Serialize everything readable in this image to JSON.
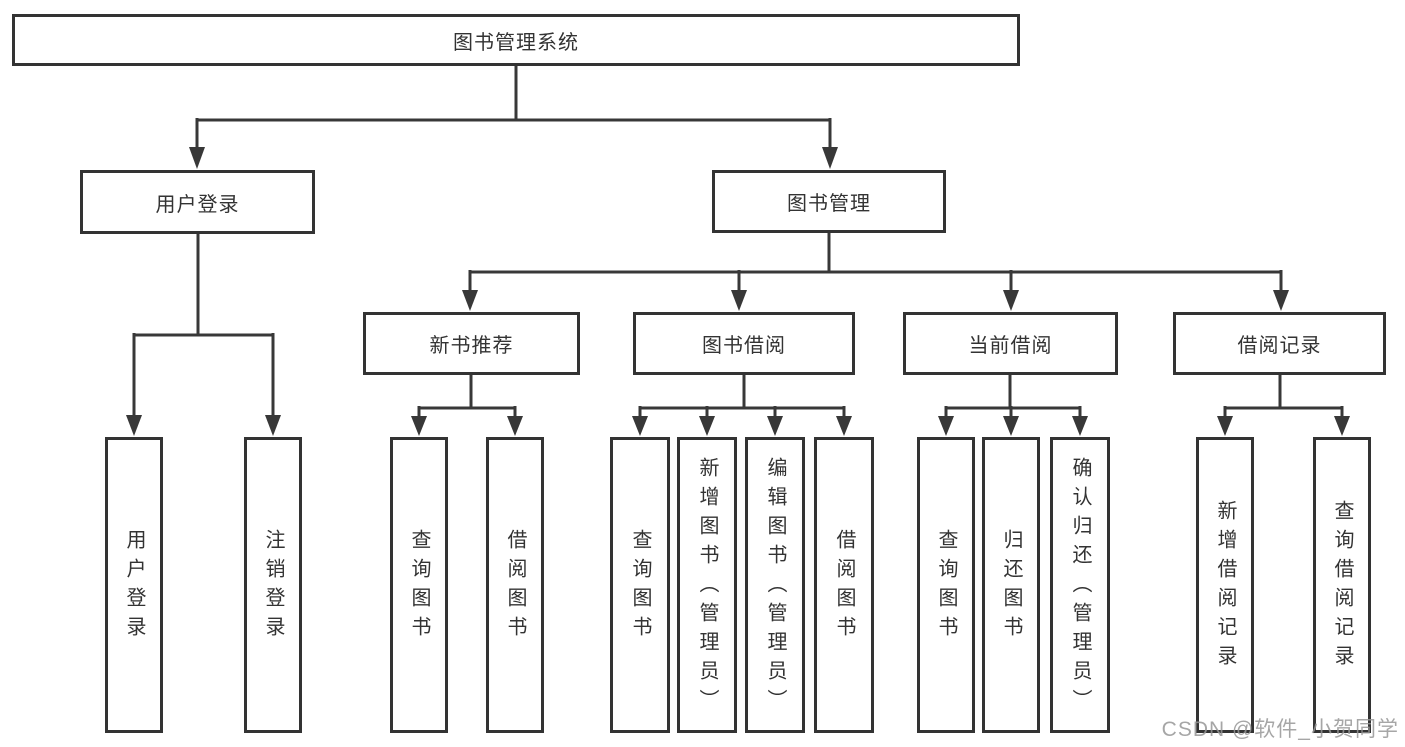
{
  "diagram": {
    "root": {
      "label": "图书管理系统",
      "children": [
        {
          "label": "用户登录",
          "children": [
            {
              "label": "用户登录"
            },
            {
              "label": "注销登录"
            }
          ]
        },
        {
          "label": "图书管理",
          "children": [
            {
              "label": "新书推荐",
              "children": [
                {
                  "label": "查询图书"
                },
                {
                  "label": "借阅图书"
                }
              ]
            },
            {
              "label": "图书借阅",
              "children": [
                {
                  "label": "查询图书"
                },
                {
                  "label": "新增图书（管理员）"
                },
                {
                  "label": "编辑图书（管理员）"
                },
                {
                  "label": "借阅图书"
                }
              ]
            },
            {
              "label": "当前借阅",
              "children": [
                {
                  "label": "查询图书"
                },
                {
                  "label": "归还图书"
                },
                {
                  "label": "确认归还（管理员）"
                }
              ]
            },
            {
              "label": "借阅记录",
              "children": [
                {
                  "label": "新增借阅记录"
                },
                {
                  "label": "查询借阅记录"
                }
              ]
            }
          ]
        }
      ]
    }
  },
  "watermark": {
    "text": "CSDN @软件_小贺同学"
  },
  "colors": {
    "line": "#383838",
    "box_border": "#333333",
    "box_fill": "#ffffff",
    "text": "#333333",
    "watermark": "#969696"
  }
}
